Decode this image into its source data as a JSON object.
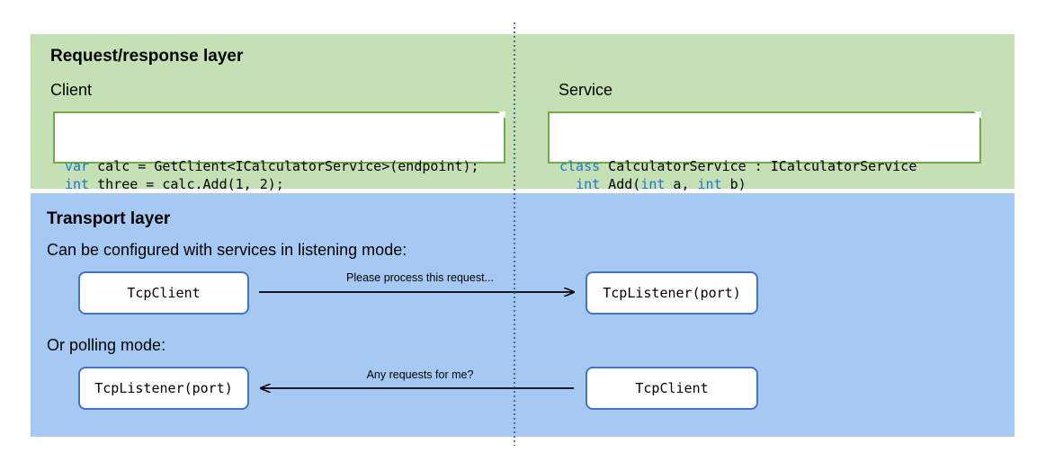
{
  "request_response": {
    "title": "Request/response layer",
    "client_label": "Client",
    "service_label": "Service",
    "client_code": [
      [
        {
          "t": "var",
          "kw": true
        },
        {
          "t": " calc = GetClient<ICalculatorService>(endpoint);",
          "kw": false
        }
      ],
      [
        {
          "t": "int",
          "kw": true
        },
        {
          "t": " three = calc.Add(1, 2);",
          "kw": false
        }
      ]
    ],
    "service_code": [
      [
        {
          "t": "class",
          "kw": true
        },
        {
          "t": " CalculatorService : ICalculatorService",
          "kw": false
        }
      ],
      [
        {
          "t": "  ",
          "kw": false
        },
        {
          "t": "int",
          "kw": true
        },
        {
          "t": " Add(",
          "kw": false
        },
        {
          "t": "int",
          "kw": true
        },
        {
          "t": " a, ",
          "kw": false
        },
        {
          "t": "int",
          "kw": true
        },
        {
          "t": " b)",
          "kw": false
        }
      ]
    ]
  },
  "transport": {
    "title": "Transport layer",
    "listening_caption": "Can be configured with services in listening mode:",
    "listening_client_node": "TcpClient",
    "listening_service_node": "TcpListener(port)",
    "listening_arrow_label": "Please process this request...",
    "polling_caption": "Or polling mode:",
    "polling_client_node": "TcpListener(port)",
    "polling_service_node": "TcpClient",
    "polling_arrow_label": "Any requests for me?"
  },
  "colors": {
    "request_band": "#c5e0b4",
    "transport_band": "#a6c9f4",
    "code_border": "#70ad47",
    "node_border": "#4472c4",
    "keyword": "#1f75c9",
    "divider": "#2f5597"
  }
}
